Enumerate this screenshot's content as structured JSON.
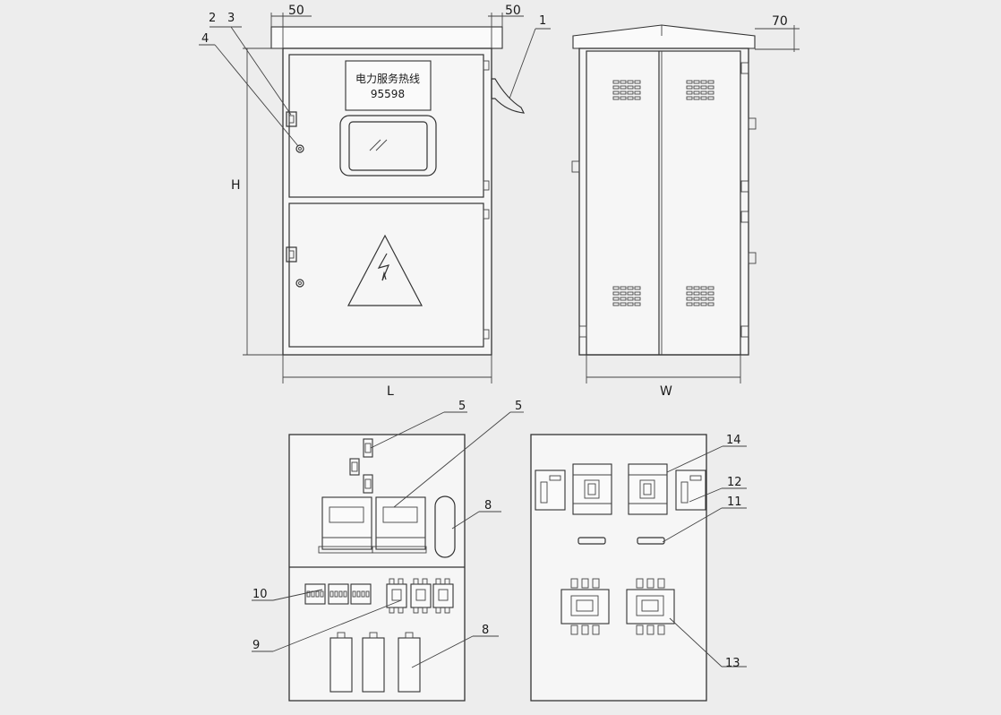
{
  "sign": {
    "line1": "电力服务热线",
    "line2": "95598"
  },
  "callouts": {
    "c1": "1",
    "c2": "2",
    "c3": "3",
    "c4": "4",
    "c5a": "5",
    "c5b": "5",
    "c8a": "8",
    "c8b": "8",
    "c9": "9",
    "c10": "10",
    "c11": "11",
    "c12": "12",
    "c13": "13",
    "c14": "14"
  },
  "dimensions": {
    "top_left": "50",
    "top_right": "50",
    "roof": "70",
    "height": "H",
    "length": "L",
    "width": "W"
  }
}
